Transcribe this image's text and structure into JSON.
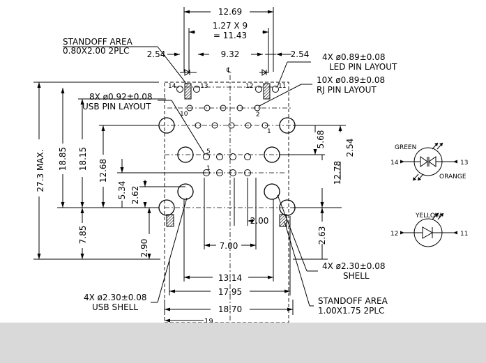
{
  "dimensions": {
    "overall_width": "12.69",
    "pitch": "1.27 X 9",
    "pitch_total": "= 11.43",
    "led_to_led": "9.32",
    "left_offset": "2.54",
    "right_offset": "2.54",
    "overall_height": "27.3 MAX.",
    "h_18_85": "18.85",
    "h_18_15": "18.15",
    "h_12_68": "12.68",
    "h_5_34": "5.34",
    "h_2_62": "2.62",
    "h_7_85": "7.85",
    "h_2_90": "2.90",
    "r_5_68": "5.68",
    "r_2_54": "2.54",
    "r_12_78": "12.78",
    "r_2_63": "2.63",
    "w_2_00": "2.00",
    "w_7_00": "7.00",
    "w_13_14": "13.14",
    "w_17_95": "17.95",
    "w_18_70": "18.70",
    "w_cut": "19"
  },
  "notes": {
    "standoff_top_1": "STANDOFF AREA",
    "standoff_top_2": "0.80X2.00  2PLC",
    "led_layout_1": "4X ø0.89±0.08",
    "led_layout_2": "LED PIN LAYOUT",
    "rj_layout_1": "10X ø0.89±0.08",
    "rj_layout_2": "RJ PIN LAYOUT",
    "usb_layout_1": "8X ø0.92±0.08",
    "usb_layout_2": "USB PIN LAYOUT",
    "shell_1": "4X ø2.30±0.08",
    "shell_2": "SHELL",
    "usb_shell_1": "4X ø2.30±0.08",
    "usb_shell_2": "USB SHELL",
    "standoff_bot_1": "STANDOFF AREA",
    "standoff_bot_2": "1.00X1.75   2PLC",
    "centerline": "℄"
  },
  "pin_labels": {
    "p14": "14",
    "p13": "13",
    "p12": "12",
    "p11": "11",
    "p10": "10",
    "p2": "2",
    "p1": "1",
    "p5": "5",
    "p1b": "1"
  },
  "leds": {
    "green": "GREEN",
    "orange": "ORANGE",
    "yellow": "YELLOW",
    "g_left": "14",
    "g_right": "13",
    "y_left": "12",
    "y_right": "11"
  }
}
